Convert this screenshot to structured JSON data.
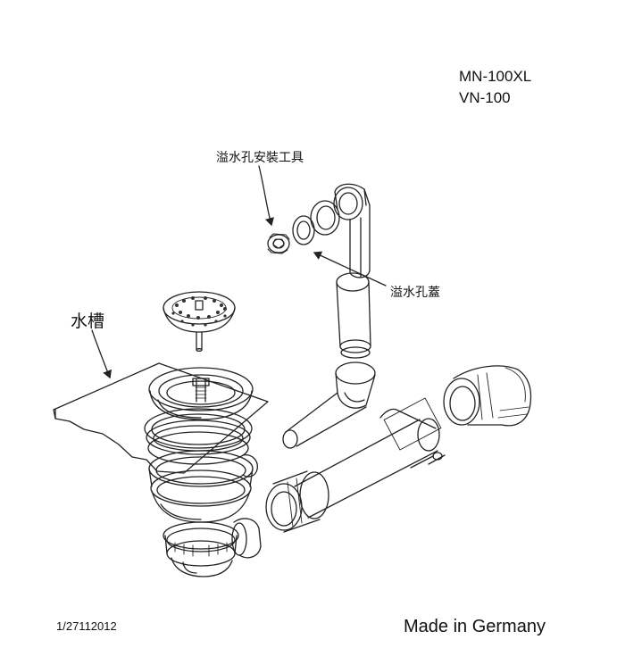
{
  "header": {
    "model_line_1": "MN-100XL",
    "model_line_2": "VN-100"
  },
  "labels": {
    "overflow_tool": "溢水孔安裝工具",
    "overflow_cover": "溢水孔蓋",
    "sink": "水槽"
  },
  "footer": {
    "document_number": "1/27112012",
    "origin": "Made in Germany"
  }
}
